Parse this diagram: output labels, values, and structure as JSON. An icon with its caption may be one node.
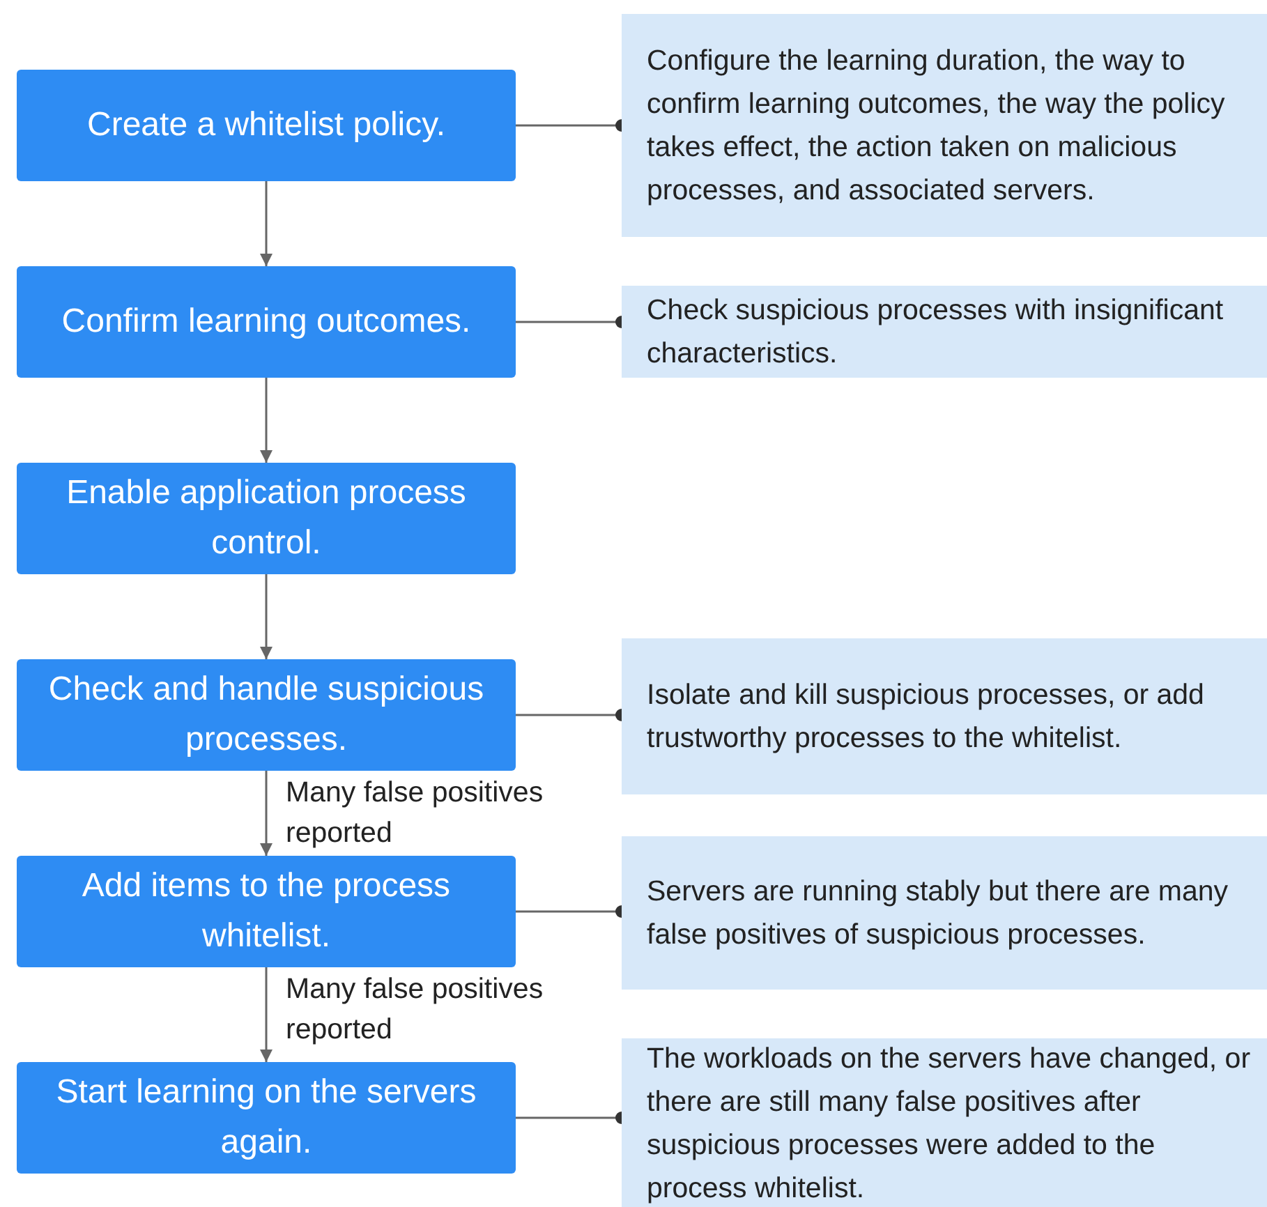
{
  "diagram": {
    "nodes": [
      {
        "text": [
          "Create a whitelist policy."
        ]
      },
      {
        "text": [
          "Configure the learning duration, the way to confirm learning outcomes, the way the policy takes effect, the action taken on malicious processes, and associated servers."
        ]
      },
      {
        "text": [
          "Confirm learning outcomes."
        ]
      },
      {
        "text": [
          "Check suspicious processes with insignificant characteristics."
        ]
      },
      {
        "text": [
          "Enable application process control."
        ]
      },
      {
        "text": [
          "Check and handle suspicious processes."
        ]
      },
      {
        "text": [
          "Isolate and kill suspicious processes, or add trustworthy processes to the whitelist."
        ]
      },
      {
        "text": [
          "Add items to the process whitelist."
        ]
      },
      {
        "text": [
          "Servers are running stably but there are many false positives of suspicious processes."
        ]
      },
      {
        "text": [
          "Start learning on the servers again."
        ]
      },
      {
        "text": [
          "The workloads on the servers have changed, or there are still many false positives after suspicious processes were added to the process whitelist."
        ]
      }
    ],
    "edges": [
      {
        "from": 0,
        "to": 2,
        "arrow": "to"
      },
      {
        "from": 2,
        "to": 4,
        "arrow": "to"
      },
      {
        "from": 4,
        "to": 5,
        "arrow": "to"
      },
      {
        "from": 5,
        "to": 7,
        "arrow": "to",
        "label": "Many false positives reported"
      },
      {
        "from": 7,
        "to": 9,
        "arrow": "to",
        "label": "Many false positives reported"
      },
      {
        "from": 0,
        "to": 1,
        "arrow": "other"
      },
      {
        "from": 2,
        "to": 3,
        "arrow": "other"
      },
      {
        "from": 5,
        "to": 6,
        "arrow": "other"
      },
      {
        "from": 7,
        "to": 8,
        "arrow": "other"
      },
      {
        "from": 9,
        "to": 10,
        "arrow": "other"
      }
    ]
  }
}
